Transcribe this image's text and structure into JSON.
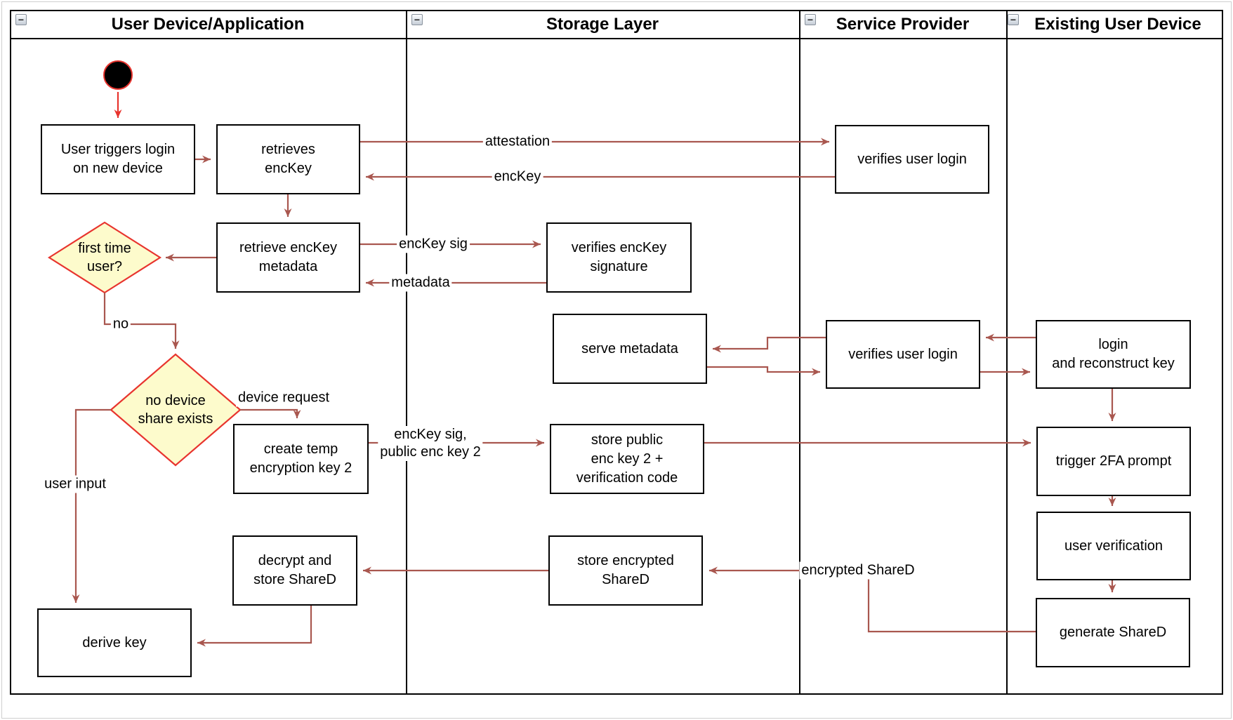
{
  "diagram": {
    "collapse_glyph": "−",
    "lanes": [
      {
        "title": "User Device/Application"
      },
      {
        "title": "Storage Layer"
      },
      {
        "title": "Service Provider"
      },
      {
        "title": "Existing User Device"
      }
    ],
    "nodes": {
      "user_triggers": {
        "label": "User triggers login\non new device"
      },
      "retrieves_enckey": {
        "label": "retrieves\nencKey"
      },
      "retrieve_metadata": {
        "label": "retrieve encKey\nmetadata"
      },
      "first_time_user": {
        "label": "first time\nuser?"
      },
      "no_device_share": {
        "label": "no device\nshare exists"
      },
      "create_temp": {
        "label": "create temp\nencryption key 2"
      },
      "verifies_signature": {
        "label": "verifies encKey\nsignature"
      },
      "serve_metadata": {
        "label": "serve metadata"
      },
      "store_public": {
        "label": "store public\nenc key 2 +\nverification code"
      },
      "store_encrypted": {
        "label": "store encrypted\nShareD"
      },
      "decrypt_store": {
        "label": "decrypt and\nstore ShareD"
      },
      "derive_key": {
        "label": "derive key"
      },
      "verifies_login_1": {
        "label": "verifies user login"
      },
      "verifies_login_2": {
        "label": "verifies user login"
      },
      "login_reconstruct": {
        "label": "login\nand reconstruct key"
      },
      "trigger_2fa": {
        "label": "trigger 2FA prompt"
      },
      "user_verification": {
        "label": "user verification"
      },
      "generate_shared": {
        "label": "generate ShareD"
      }
    },
    "edge_labels": {
      "attestation": "attestation",
      "enckey": "encKey",
      "enckey_sig": "encKey sig",
      "metadata": "metadata",
      "no": "no",
      "device_request": "device request",
      "user_input": "user input",
      "enckey_sig_public": "encKey sig,\npublic enc key 2",
      "encrypted_shared": "encrypted ShareD"
    },
    "colors": {
      "edge": "#a9574f",
      "accent": "#e8342e",
      "decision_fill": "#fdfbcc",
      "node_border": "#000000"
    }
  }
}
